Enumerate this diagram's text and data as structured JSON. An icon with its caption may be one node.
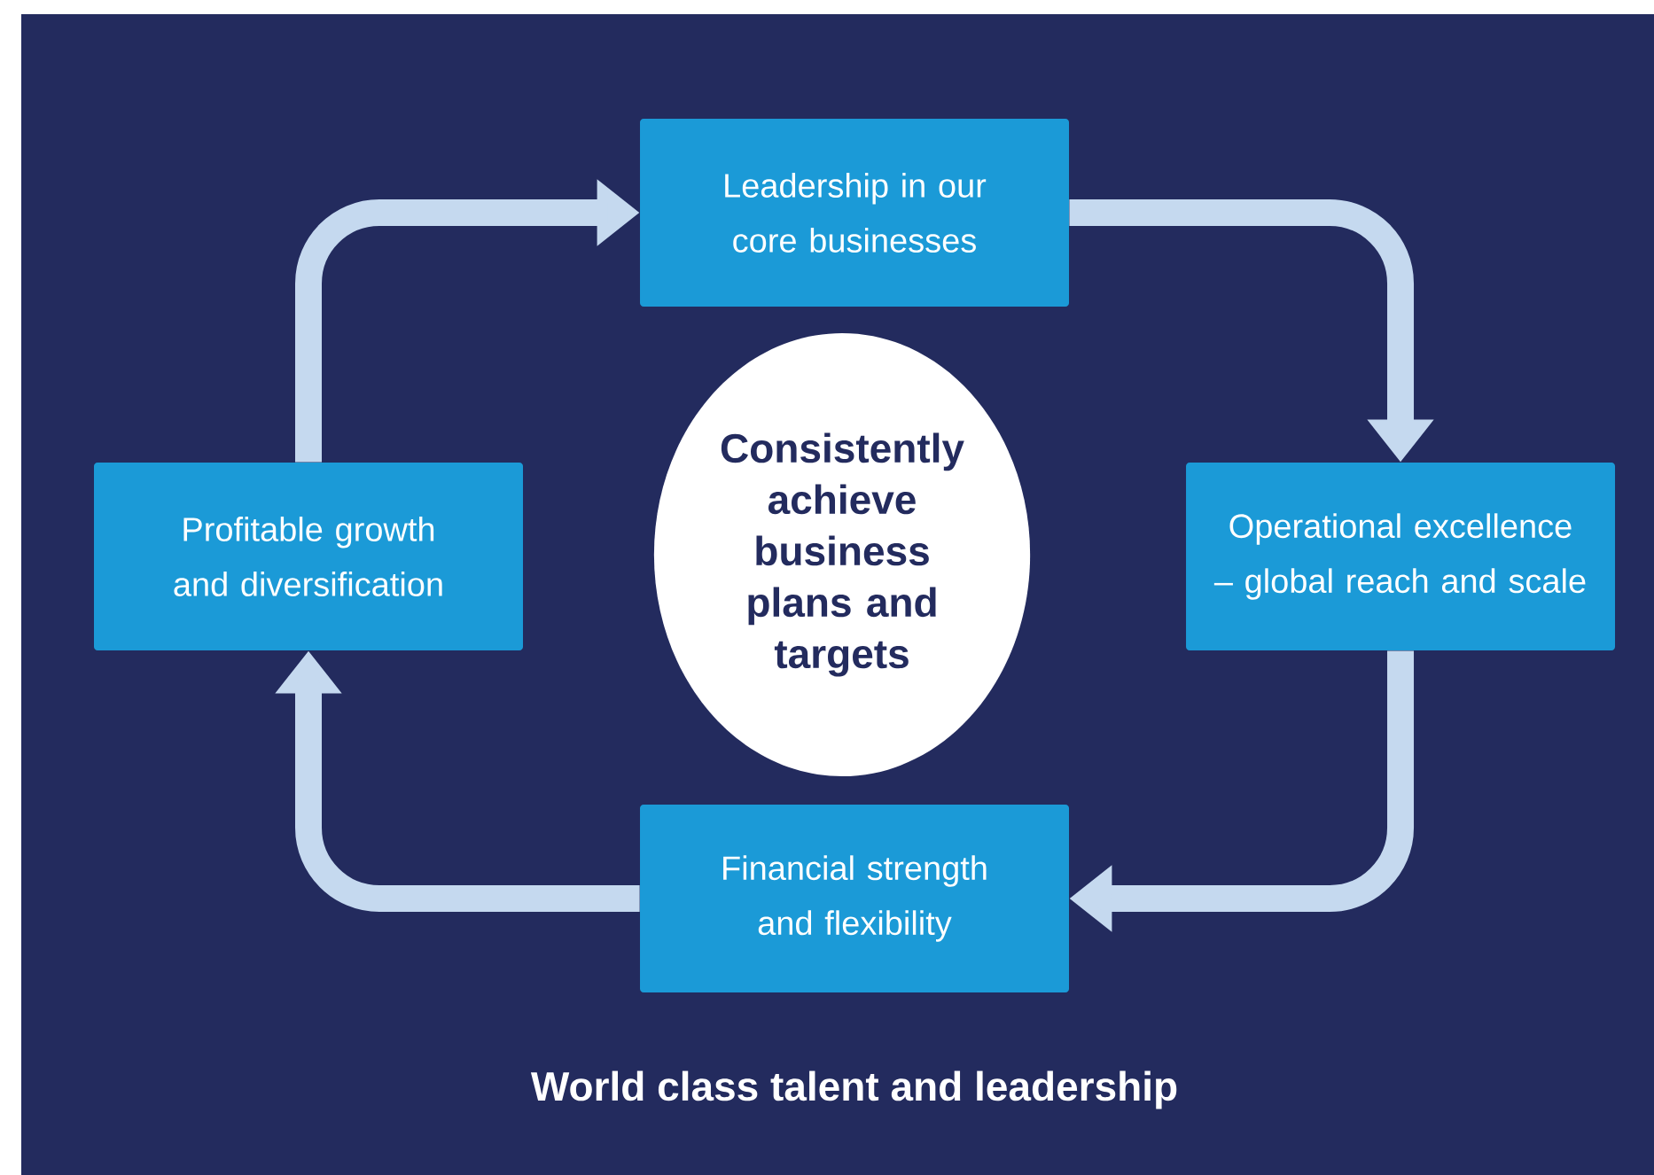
{
  "diagram": {
    "nodes": [
      {
        "text": [
          "Leadership in our core businesses"
        ]
      },
      {
        "text": [
          "Operational excellence – global reach and scale"
        ]
      },
      {
        "text": [
          "Financial strength and flexibility"
        ]
      },
      {
        "text": [
          "Profitable growth and diversification"
        ]
      },
      {
        "text": [
          "Consistently achieve business plans and targets"
        ]
      }
    ],
    "edges": [
      {
        "from": 0,
        "to": 1,
        "arrow": "to"
      },
      {
        "from": 1,
        "to": 2,
        "arrow": "to"
      },
      {
        "from": 2,
        "to": 3,
        "arrow": "to"
      },
      {
        "from": 3,
        "to": 0,
        "arrow": "to"
      }
    ],
    "labels": [
      "World class talent and leadership"
    ]
  }
}
